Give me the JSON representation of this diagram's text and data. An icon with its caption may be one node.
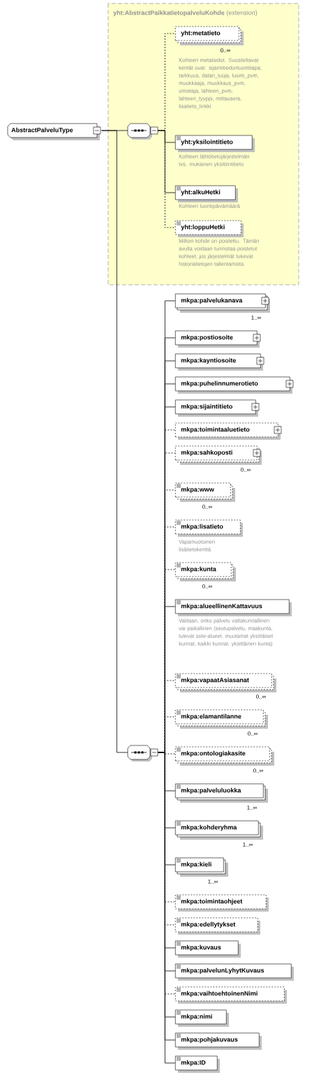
{
  "diagram": {
    "nodes": [
      {
        "text": [
          "AbstractPalveluType"
        ]
      },
      {
        "text": [
          "**yht:AbstractPaikkatietopalveluKohde** (extension)"
        ]
      },
      {
        "text": [],
        "shape": "octagon",
        "in": 1
      },
      {
        "text": [
          "yht:metatieto"
        ],
        "in": 1,
        "beside": [
          "0..∞",
          "Kohteen metatiedot. Suositeltavat kentät ovat: sijaintitiedonluontitapa, tarkkuus, datan_luoja, luonti_pvm, muokkaaja, muokkaus_pvm, omistaja, lahteen_pvm, lahteen_tyyppi, mittausera, lisatieto_linkki"
        ]
      },
      {
        "text": [
          "yht:yksilointitieto"
        ],
        "in": 1,
        "beside": [
          "Kohteen lähtötietojärjestelmän tvs. mukainen yksilöintitieto"
        ]
      },
      {
        "text": [
          "yht:alkuHetki"
        ],
        "in": 1,
        "beside": [
          "Kohteen luontipäivämäärä"
        ]
      },
      {
        "text": [
          "yht:loppuHetki"
        ],
        "in": 1,
        "beside": [
          "Milloin kohde on poistettu. Tämän avulla voidaan tunnistaa poistetut kohteet, jos järjestelmät tukevat historiatietojen tallentamista"
        ]
      },
      {
        "text": [],
        "shape": "octagon"
      },
      {
        "text": [
          "mkpa:palvelukanava"
        ],
        "beside": [
          "1..∞"
        ]
      },
      {
        "text": [
          "mkpa:postiosoite"
        ]
      },
      {
        "text": [
          "mkpa:kayntiosoite"
        ]
      },
      {
        "text": [
          "mkpa:puhelinnumerotieto"
        ]
      },
      {
        "text": [
          "mkpa:sijaintitieto"
        ]
      },
      {
        "text": [
          "mkpa:toimintaaluetieto"
        ]
      },
      {
        "text": [
          "mkpa:sahkoposti"
        ],
        "beside": [
          "0..∞"
        ]
      },
      {
        "text": [
          "mkpa:www"
        ],
        "beside": [
          "0..∞"
        ]
      },
      {
        "text": [
          "mkpa:lisatieto"
        ],
        "beside": [
          "Vapamuotoinen lisätietokenttä"
        ]
      },
      {
        "text": [
          "mkpa:kunta"
        ],
        "beside": [
          "0..∞"
        ]
      },
      {
        "text": [
          "mkpa:alueellinenKattavuus"
        ],
        "beside": [
          "Valitaan, onko palvelu valtakunnallinen vai paikallinen (seutupalvelu, maakunta, tulevat sote-alueet, muutamat yksittäiset kunnat, kaikki kunnat, yksittäinen kunta)"
        ]
      },
      {
        "text": [
          "mkpa:vapaatAsiasanat"
        ],
        "beside": [
          "0..∞"
        ]
      },
      {
        "text": [
          "mkpa:elamantilanne"
        ],
        "beside": [
          "0..∞"
        ]
      },
      {
        "text": [
          "mkpa:ontologiakasite"
        ],
        "beside": [
          "0..∞"
        ]
      },
      {
        "text": [
          "mkpa:palveluluokka"
        ],
        "beside": [
          "1..∞"
        ]
      },
      {
        "text": [
          "mkpa:kohderyhma"
        ],
        "beside": [
          "1..∞"
        ]
      },
      {
        "text": [
          "mkpa:kieli"
        ],
        "beside": [
          "1..∞"
        ]
      },
      {
        "text": [
          "mkpa:toimintaohjeet"
        ]
      },
      {
        "text": [
          "mkpa:edellytykset"
        ]
      },
      {
        "text": [
          "mkpa:kuvaus"
        ]
      },
      {
        "text": [
          "mkpa:palvelunLyhytKuvaus"
        ]
      },
      {
        "text": [
          "mkpa:vaihtoehtoinenNimi"
        ]
      },
      {
        "text": [
          "mkpa:nimi"
        ]
      },
      {
        "text": [
          "mkpa:pohjakuvaus"
        ]
      },
      {
        "text": [
          "mkpa:ID"
        ]
      }
    ],
    "edges": [
      {
        "from": 0,
        "to": 2,
        "arrow": "none"
      },
      {
        "from": 0,
        "to": 7,
        "arrow": "none"
      },
      {
        "from": 2,
        "to": 3,
        "arrow": "none",
        "style": "dashed"
      },
      {
        "from": 2,
        "to": 4,
        "arrow": "none"
      },
      {
        "from": 2,
        "to": 5,
        "arrow": "none"
      },
      {
        "from": 2,
        "to": 6,
        "arrow": "none",
        "style": "dashed"
      },
      {
        "from": 7,
        "to": 8,
        "arrow": "none"
      },
      {
        "from": 7,
        "to": 9,
        "arrow": "none"
      },
      {
        "from": 7,
        "to": 10,
        "arrow": "none"
      },
      {
        "from": 7,
        "to": 11,
        "arrow": "none"
      },
      {
        "from": 7,
        "to": 12,
        "arrow": "none"
      },
      {
        "from": 7,
        "to": 13,
        "arrow": "none",
        "style": "dashed"
      },
      {
        "from": 7,
        "to": 14,
        "arrow": "none",
        "style": "dashed"
      },
      {
        "from": 7,
        "to": 15,
        "arrow": "none",
        "style": "dashed"
      },
      {
        "from": 7,
        "to": 16,
        "arrow": "none",
        "style": "dashed"
      },
      {
        "from": 7,
        "to": 17,
        "arrow": "none",
        "style": "dashed"
      },
      {
        "from": 7,
        "to": 18,
        "arrow": "none"
      },
      {
        "from": 7,
        "to": 19,
        "arrow": "none",
        "style": "dashed"
      },
      {
        "from": 7,
        "to": 20,
        "arrow": "none",
        "style": "dashed"
      },
      {
        "from": 7,
        "to": 21,
        "arrow": "none",
        "style": "dashed"
      },
      {
        "from": 7,
        "to": 22,
        "arrow": "none"
      },
      {
        "from": 7,
        "to": 23,
        "arrow": "none"
      },
      {
        "from": 7,
        "to": 24,
        "arrow": "none"
      },
      {
        "from": 7,
        "to": 25,
        "arrow": "none",
        "style": "dashed"
      },
      {
        "from": 7,
        "to": 26,
        "arrow": "none",
        "style": "dashed"
      },
      {
        "from": 7,
        "to": 27,
        "arrow": "none"
      },
      {
        "from": 7,
        "to": 28,
        "arrow": "none"
      },
      {
        "from": 7,
        "to": 29,
        "arrow": "none",
        "style": "dashed"
      },
      {
        "from": 7,
        "to": 30,
        "arrow": "none"
      },
      {
        "from": 7,
        "to": 31,
        "arrow": "none"
      },
      {
        "from": 7,
        "to": 32,
        "arrow": "none"
      }
    ]
  }
}
